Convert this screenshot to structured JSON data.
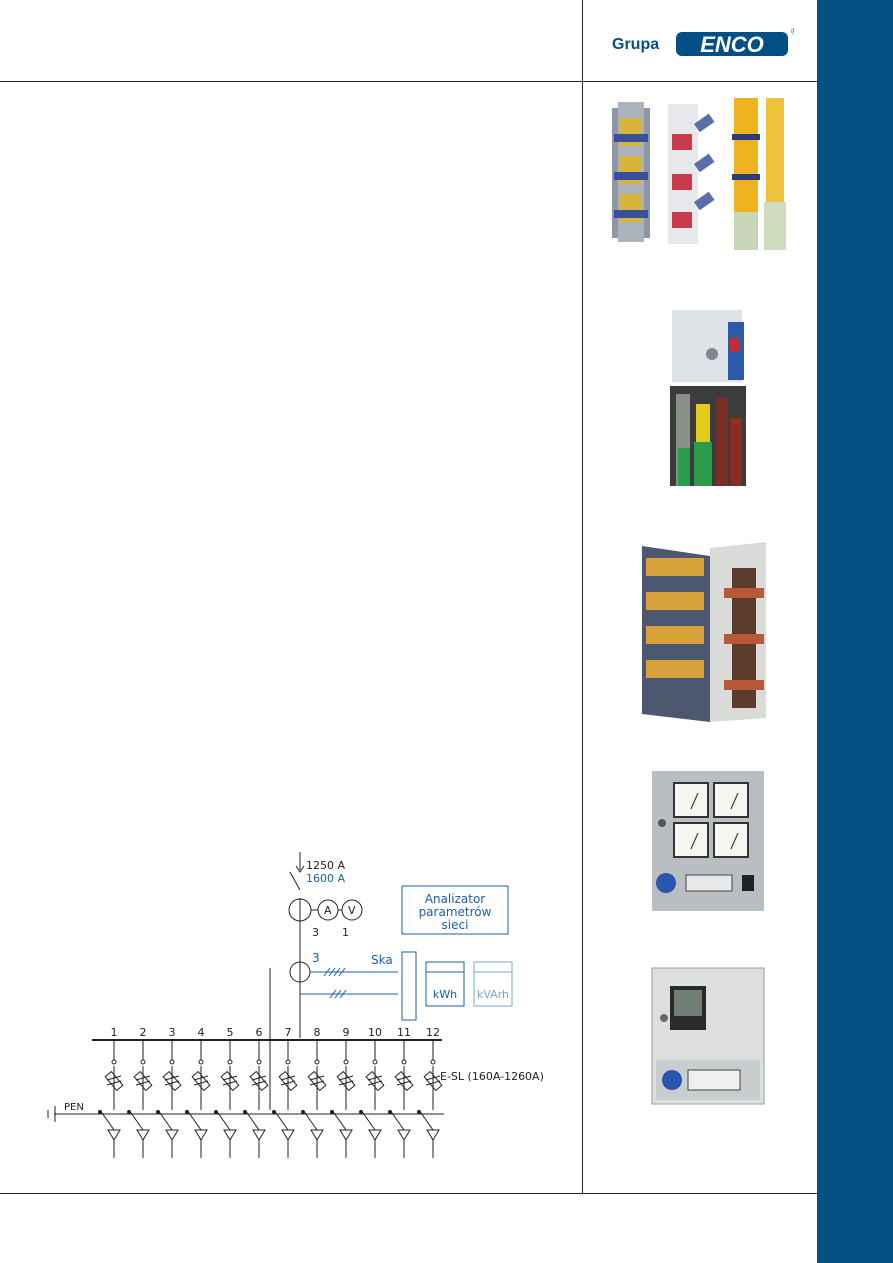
{
  "header": {
    "logo_prefix": "Grupa",
    "logo_brand": "ENCO",
    "logo_mark": "®"
  },
  "colors": {
    "brand_blue": "#034f86",
    "diagram_blue": "#1a5fa8",
    "line": "#222222"
  },
  "photos": [
    {
      "name": "fuse-disconnectors-photo"
    },
    {
      "name": "fuse-base-with-cables-photo"
    },
    {
      "name": "switchgear-frame-photo"
    },
    {
      "name": "meter-panel-photo"
    },
    {
      "name": "network-analyzer-box-photo"
    }
  ],
  "schematic": {
    "incoming_current_1": "1250 A",
    "incoming_current_2": "1600 A",
    "ammeter": "A",
    "voltmeter": "V",
    "ammeter_count": "3",
    "voltmeter_count": "1",
    "ct_count": "3",
    "analyzer_label_1": "Analizator",
    "analyzer_label_2": "parametrów",
    "analyzer_label_3": "sieci",
    "ska_label": "Ska",
    "kwh_label": "kWh",
    "kvarh_label": "kVArh",
    "outgoing_numbers": [
      "1",
      "2",
      "3",
      "4",
      "5",
      "6",
      "7",
      "8",
      "9",
      "10",
      "11",
      "12"
    ],
    "fuse_label": "E-SL (160A-1260A)",
    "pen_label": "PEN"
  }
}
